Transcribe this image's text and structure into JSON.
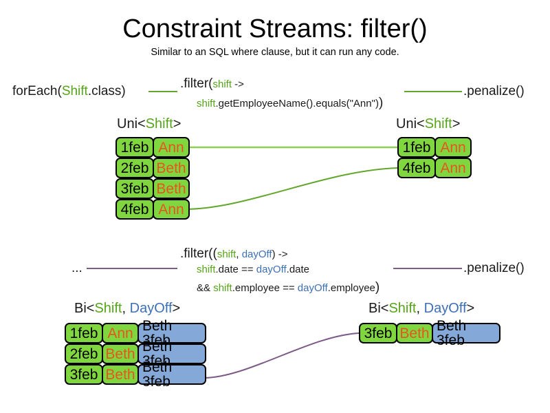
{
  "header": {
    "title": "Constraint Streams: filter()",
    "subtitle": "Similar to an SQL where clause, but it can run any code."
  },
  "colors": {
    "green_fill": "#80d63f",
    "blue_fill": "#84a9d8",
    "shift_token": "#55a419",
    "dayoff_token": "#3d6fb5",
    "name_text": "#e8541f",
    "link_green": "#8fce52",
    "link_purple": "#7d5a87"
  },
  "uni_section": {
    "source_label_prefix": "forEach(",
    "source_label_type": "Shift",
    "source_label_suffix": ".class)",
    "filter_line1_prefix": ".filter(",
    "filter_line1_var": "shift",
    "filter_line1_suffix": " ->",
    "filter_line2_var": "shift",
    "filter_line2_rest": ".getEmployeeName().equals(\"Ann\")",
    "filter_line2_close": ")",
    "penalize_label": ".penalize()",
    "input_caption_prefix": "Uni<",
    "input_caption_type": "Shift",
    "input_caption_suffix": ">",
    "output_caption_prefix": "Uni<",
    "output_caption_type": "Shift",
    "output_caption_suffix": ">",
    "input_rows": [
      {
        "date": "1feb",
        "name": "Ann"
      },
      {
        "date": "2feb",
        "name": "Beth"
      },
      {
        "date": "3feb",
        "name": "Beth"
      },
      {
        "date": "4feb",
        "name": "Ann"
      }
    ],
    "output_rows": [
      {
        "date": "1feb",
        "name": "Ann"
      },
      {
        "date": "4feb",
        "name": "Ann"
      }
    ]
  },
  "bi_section": {
    "source_label": "...",
    "filter_line1_prefix": ".filter((",
    "filter_line1_var1": "shift",
    "filter_line1_comma": ", ",
    "filter_line1_var2": "dayOff",
    "filter_line1_suffix": ") ->",
    "filter_line2_var1": "shift",
    "filter_line2_mid": ".date == ",
    "filter_line2_var2": "dayOff",
    "filter_line2_end": ".date",
    "filter_line3_and": "&& ",
    "filter_line3_var1": "shift",
    "filter_line3_mid": ".employee == ",
    "filter_line3_var2": "dayOff",
    "filter_line3_end": ".employee",
    "filter_line3_close": ")",
    "penalize_label": ".penalize()",
    "input_caption_prefix": "Bi<",
    "input_caption_type1": "Shift",
    "input_caption_comma": ", ",
    "input_caption_type2": "DayOff",
    "input_caption_suffix": ">",
    "output_caption_prefix": "Bi<",
    "output_caption_type1": "Shift",
    "output_caption_comma": ", ",
    "output_caption_type2": "DayOff",
    "output_caption_suffix": ">",
    "input_rows": [
      {
        "date": "1feb",
        "name": "Ann",
        "dayoff": "Beth 3feb"
      },
      {
        "date": "2feb",
        "name": "Beth",
        "dayoff": "Beth 3feb"
      },
      {
        "date": "3feb",
        "name": "Beth",
        "dayoff": "Beth 3feb"
      }
    ],
    "output_rows": [
      {
        "date": "3feb",
        "name": "Beth",
        "dayoff": "Beth 3feb"
      }
    ]
  }
}
